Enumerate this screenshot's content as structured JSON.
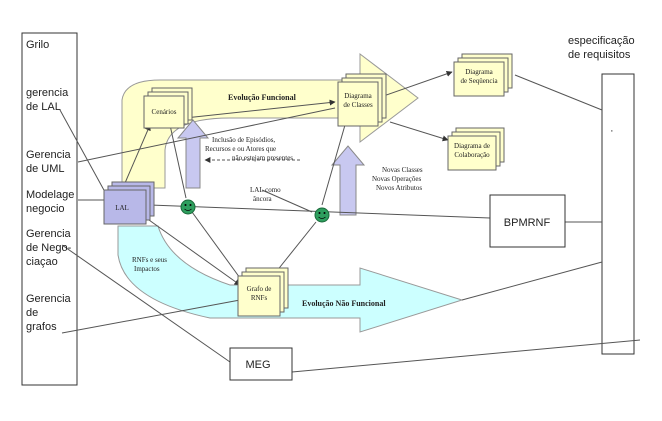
{
  "left_panel": {
    "title": "Grilo",
    "items": [
      {
        "line1": "gerencia",
        "line2": "de LAL"
      },
      {
        "line1": "Gerencia",
        "line2": "de UML"
      },
      {
        "line1": "Modelage",
        "line2": "negocio"
      },
      {
        "line1": "Gerencia",
        "line2": "de Nego-",
        "line3": "ciaçao"
      },
      {
        "line1": "Gerencia",
        "line2": "de",
        "line3": "grafos"
      }
    ]
  },
  "right_panel": {
    "title_line1": "especificação",
    "title_line2": "de requisitos",
    "mark": "·"
  },
  "bands": {
    "functional": "Evolução Funcional",
    "nonfunctional": "Evolução Não Funcional"
  },
  "nodes": {
    "cenarios": "Cenários",
    "classes_line1": "Diagrama",
    "classes_line2": "de Classes",
    "sequencia_line1": "Diagrama",
    "sequencia_line2": "de Seqüencia",
    "colaboracao_line1": "Diagrama de",
    "colaboracao_line2": "Colaboração",
    "lal": "LAL",
    "grafo_line1": "Grafo de",
    "grafo_line2": "RNFs",
    "bpmrnf": "BPMRNF",
    "meg": "MEG"
  },
  "annotations": {
    "episodios_line1": "Inclusão de Episódios,",
    "episodios_line2": "Recursos e ou Atores que",
    "episodios_line3": "não estejam presentes",
    "lal_ancora_line1": "LAL como",
    "lal_ancora_line2": "âncora",
    "novas_line1": "Novas Classes",
    "novas_line2": "Novas Operações",
    "novas_line3": "Novos Atributos",
    "rnfs_line1": "RNFs e seus",
    "rnfs_line2": "Impactos"
  },
  "colors": {
    "functional_band": "#ffffcc",
    "nonfunctional_band": "#ccffff",
    "node_fill": "#ffffcc",
    "lal_fill": "#b8b8e8",
    "up_arrow": "#c8c8f0",
    "smiley": "#2e9e5e",
    "line": "#555555"
  }
}
